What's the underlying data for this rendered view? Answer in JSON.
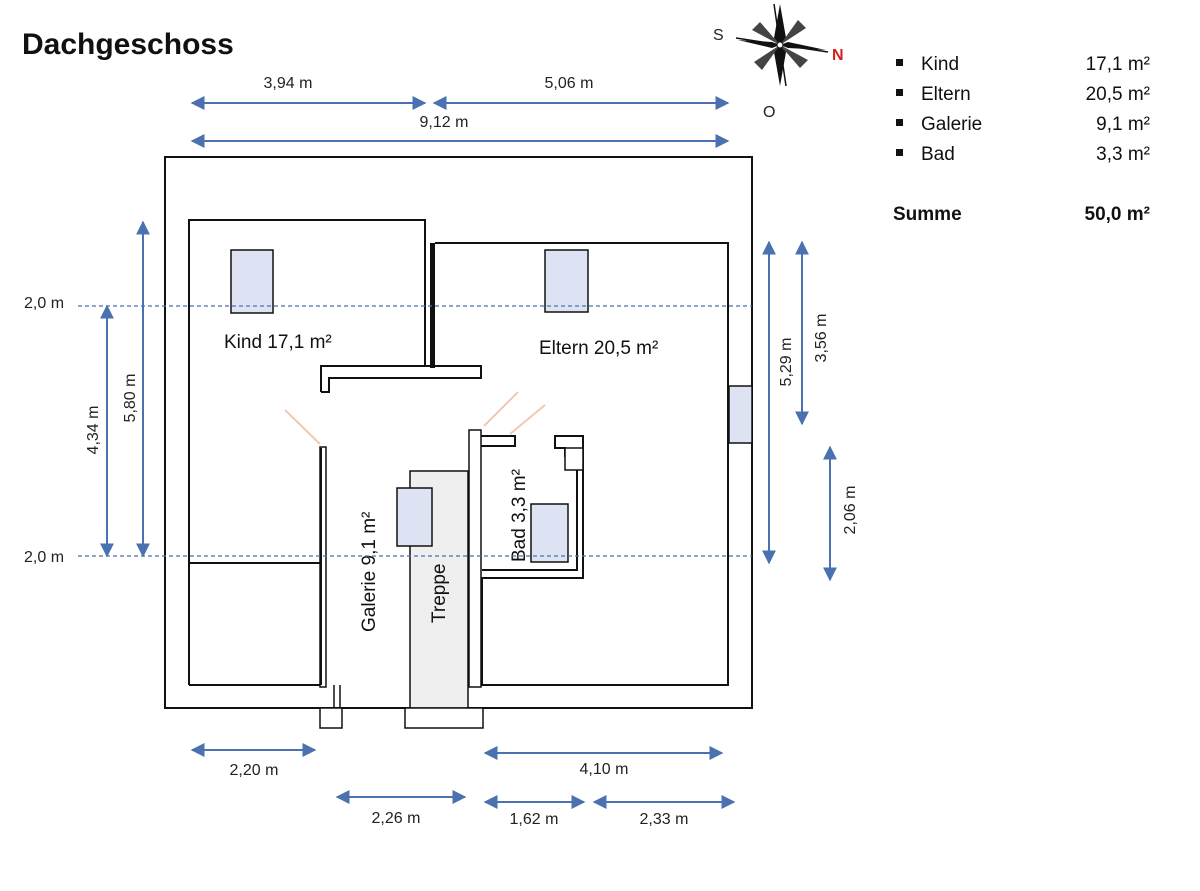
{
  "title": "Dachgeschoss",
  "compass": {
    "south": "S",
    "north": "N",
    "east": "O",
    "north_color": "#d62020"
  },
  "colors": {
    "dimension": "#4a72b0",
    "window": "#dde3f2",
    "stair": "#efefef",
    "wall": "#111111",
    "door_swing": "#f2c8b4"
  },
  "rooms": {
    "kind": "Kind 17,1 m²",
    "eltern": "Eltern 20,5 m²",
    "galerie": "Galerie 9,1 m²",
    "treppe": "Treppe",
    "bad": "Bad 3,3 m²"
  },
  "legend": {
    "items": [
      {
        "name": "Kind",
        "value": "17,1 m²"
      },
      {
        "name": "Eltern",
        "value": "20,5 m²"
      },
      {
        "name": "Galerie",
        "value": "9,1 m²"
      },
      {
        "name": "Bad",
        "value": "3,3 m²"
      }
    ],
    "total_label": "Summe",
    "total_value": "50,0 m²"
  },
  "dimensions": {
    "top_left": "3,94 m",
    "top_right": "5,06 m",
    "top_total": "9,12 m",
    "height_left_outer": "5,80 m",
    "height_left_inner": "4,34 m",
    "level_upper": "2,0 m",
    "level_lower": "2,0 m",
    "height_right_1": "5,29 m",
    "height_right_2": "3,56 m",
    "height_right_3": "2,06 m",
    "bottom_left": "2,20 m",
    "bottom_middle": "2,26 m",
    "bottom_right_total": "4,10 m",
    "bottom_right_1": "1,62 m",
    "bottom_right_2": "2,33 m"
  }
}
